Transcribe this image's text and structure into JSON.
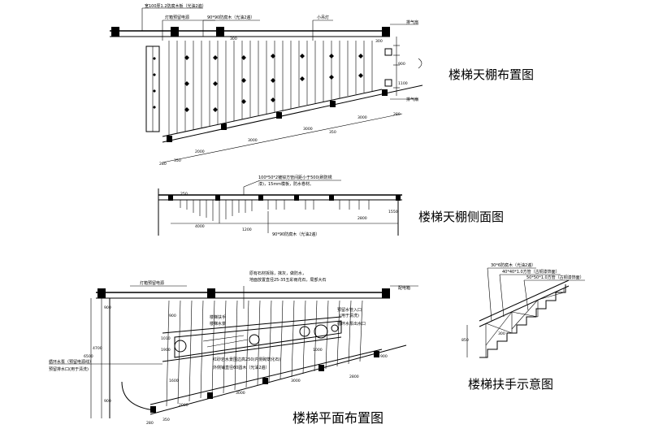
{
  "titles": {
    "ceiling_layout": "楼梯天棚布置图",
    "ceiling_side": "楼梯天棚侧面图",
    "plan_layout": "楼梯平面布置图",
    "handrail": "楼梯扶手示意图"
  },
  "ceiling_layout": {
    "ann_board": "宽100厚1.2防腐木板（光油2遍）",
    "ann_power": "灯箱预留电源",
    "ann_wood": "90*90防腐木（光油2遍）",
    "ann_lamp": "小吊灯",
    "ann_fan1": "排气扇",
    "ann_fan2": "排气扇",
    "dims": [
      "280",
      "350",
      "300",
      "1100",
      "2000",
      "3000",
      "3000",
      "3000",
      "300",
      "900",
      "350",
      "280"
    ]
  },
  "ceiling_side": {
    "ann_pipe_a": "100*50*2镀锌方管间距小于500(刷防锈",
    "ann_pipe_b": "漆)，15mm模板，防水卷材。",
    "ann_wood": "90*90防腐木（光油2遍）",
    "dims": [
      "250",
      "4000",
      "1200",
      "2800",
      "1550"
    ]
  },
  "plan_layout": {
    "ann_power": "灯箱预留电源",
    "ann_stone_a": "原有石材拆除，抹灰，做防水，",
    "ann_stone_b": "地面放置直径25-35五彩雨花石，局部大石",
    "ann_drain": "配电箱",
    "ann_rail": "楼梯扶手",
    "ann_water": "楼梯水景",
    "ann_inlet_a": "预留水管入口",
    "ann_inlet_b": "(用于清洗)",
    "ann_outlet": "循环水泵出水口",
    "ann_pool": "红砂岩水景围边高250(内侧砌筑化石)",
    "ann_edge": "外侧铺直径60圆木（光油2遍）",
    "ann_pump": "循环水泵（预留电源线）",
    "ann_drainout": "预留排水口(用于清洗)",
    "dims": [
      "900",
      "4700",
      "6500",
      "900",
      "2000",
      "3000",
      "3000",
      "900",
      "1600",
      "1010",
      "1900",
      "2800",
      "1000",
      "900",
      "280",
      "350"
    ]
  },
  "handrail": {
    "ann_1": "30*6防腐木（光油2遍）",
    "ann_2": "40*40*1.0方管（古铜漆饰面）",
    "ann_3": "50*50*1.0方管（古铜漆饰面）",
    "dims": [
      "300",
      "850"
    ]
  }
}
